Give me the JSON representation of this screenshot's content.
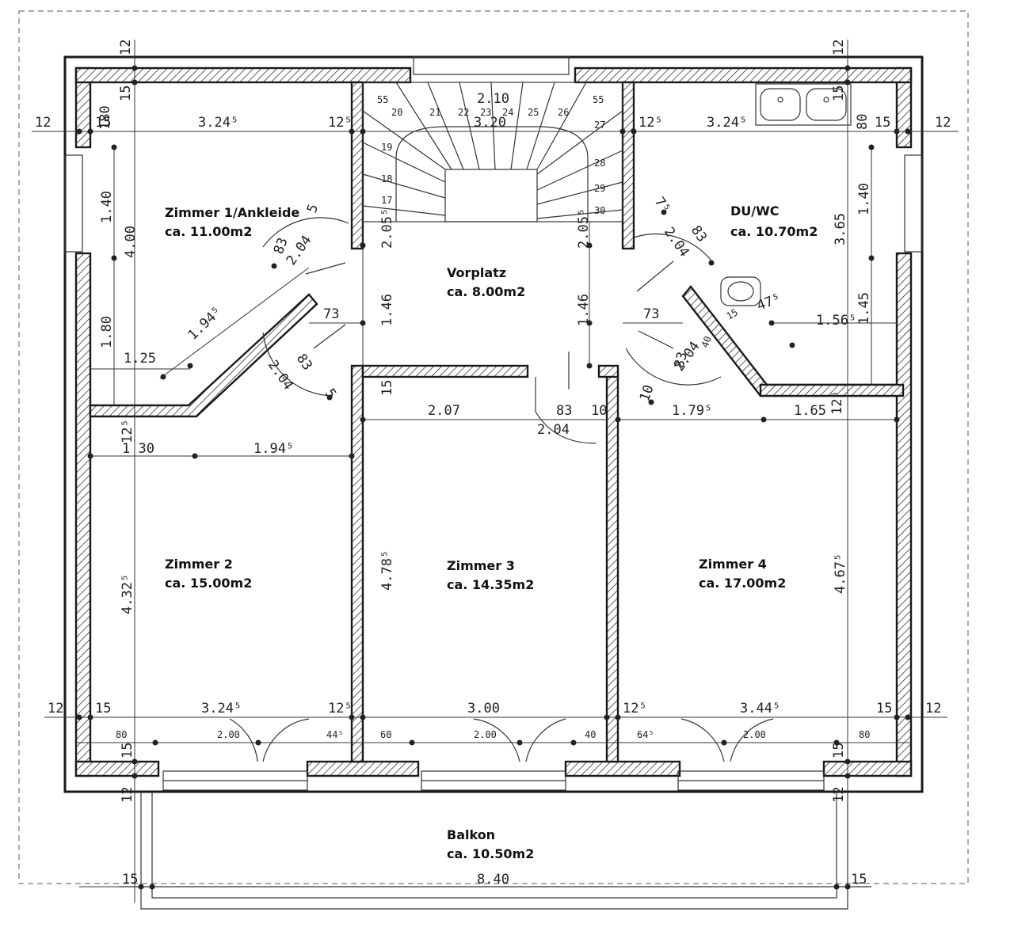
{
  "rooms": [
    {
      "name": "Zimmer 1/Ankleide",
      "area": "ca. 11.00m2"
    },
    {
      "name": "Vorplatz",
      "area": "ca. 8.00m2"
    },
    {
      "name": "DU/WC",
      "area": "ca. 10.70m2"
    },
    {
      "name": "Zimmer 2",
      "area": "ca. 15.00m2"
    },
    {
      "name": "Zimmer 3",
      "area": "ca. 14.35m2"
    },
    {
      "name": "Zimmer 4",
      "area": "ca. 17.00m2"
    },
    {
      "name": "Balkon",
      "area": "ca. 10.50m2"
    }
  ],
  "dimensions": {
    "d12": "12",
    "d15": "15",
    "d12_5": "12⁵",
    "d3_24_5": "3.24⁵",
    "d3_20": "3.20",
    "d2_10": "2.10",
    "d55": "55",
    "d80": "80",
    "d180": "180",
    "d1_40": "1.40",
    "d4_00": "4.00",
    "d1_80": "1.80",
    "d1_25": "1.25",
    "d1_94_5": "1.94⁵",
    "d73": "73",
    "d2_04": "2.04",
    "d83": "83",
    "d1_46": "1.46",
    "d2_05_5": "2.05⁵",
    "d3_65": "3.65",
    "d1_45": "1.45",
    "d1_56_5": "1.56⁵",
    "d47_5": "47⁵",
    "d2_07": "2.07",
    "d10": "10",
    "d1_79_5": "1.79⁵",
    "d1_65": "1.65",
    "d1_30": "1 30",
    "d4_32_5": "4.32⁵",
    "d4_78_5": "4.78⁵",
    "d4_67_5": "4.67⁵",
    "d3_00": "3.00",
    "d3_44_5": "3.44⁵",
    "d2_00": "2.00",
    "d44_5": "44⁵",
    "d60": "60",
    "d40": "40",
    "d64_5": "64⁵",
    "d8_40": "8.40",
    "d5": "5",
    "d7_5": "7⁵",
    "d15_small": "15",
    "d40_small": "40"
  },
  "stair_steps": [
    "17",
    "18",
    "19",
    "20",
    "21",
    "22",
    "23",
    "24",
    "25",
    "26",
    "27",
    "28",
    "29",
    "30"
  ]
}
